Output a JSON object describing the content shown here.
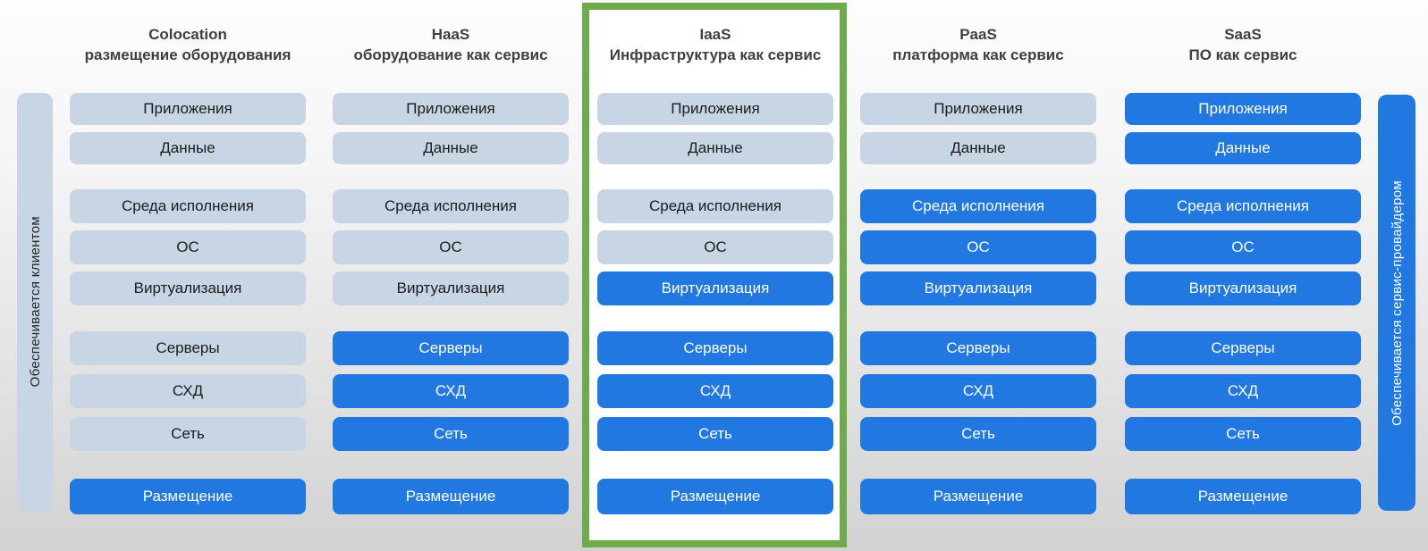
{
  "colors": {
    "provider_blue": "#2178e0",
    "client_gray": "#c7d5e4",
    "highlight_green": "#6dab4c",
    "header_text": "#404040"
  },
  "left_bar": {
    "label": "Обеспечивается клиентом"
  },
  "right_bar": {
    "label": "Обеспечивается сервис-провайдером"
  },
  "rows": [
    {
      "key": "apps",
      "label": "Приложения"
    },
    {
      "key": "data",
      "label": "Данные"
    },
    {
      "key": "runtime",
      "label": "Среда исполнения"
    },
    {
      "key": "os",
      "label": "ОС"
    },
    {
      "key": "virtualization",
      "label": "Виртуализация"
    },
    {
      "key": "servers",
      "label": "Серверы"
    },
    {
      "key": "storage",
      "label": "СХД"
    },
    {
      "key": "network",
      "label": "Сеть"
    },
    {
      "key": "placement",
      "label": "Размещение"
    }
  ],
  "columns": [
    {
      "key": "colocation",
      "title_line1": "Colocation",
      "title_line2": "размещение оборудования",
      "provider_rows": [
        "placement"
      ],
      "highlighted": false
    },
    {
      "key": "haas",
      "title_line1": "HaaS",
      "title_line2": "оборудование как сервис",
      "provider_rows": [
        "servers",
        "storage",
        "network",
        "placement"
      ],
      "highlighted": false
    },
    {
      "key": "iaas",
      "title_line1": "IaaS",
      "title_line2": "Инфраструктура как сервис",
      "provider_rows": [
        "virtualization",
        "servers",
        "storage",
        "network",
        "placement"
      ],
      "highlighted": true
    },
    {
      "key": "paas",
      "title_line1": "PaaS",
      "title_line2": "платформа как сервис",
      "provider_rows": [
        "runtime",
        "os",
        "virtualization",
        "servers",
        "storage",
        "network",
        "placement"
      ],
      "highlighted": false
    },
    {
      "key": "saas",
      "title_line1": "SaaS",
      "title_line2": "ПО как сервис",
      "provider_rows": [
        "apps",
        "data",
        "runtime",
        "os",
        "virtualization",
        "servers",
        "storage",
        "network",
        "placement"
      ],
      "highlighted": false
    }
  ]
}
